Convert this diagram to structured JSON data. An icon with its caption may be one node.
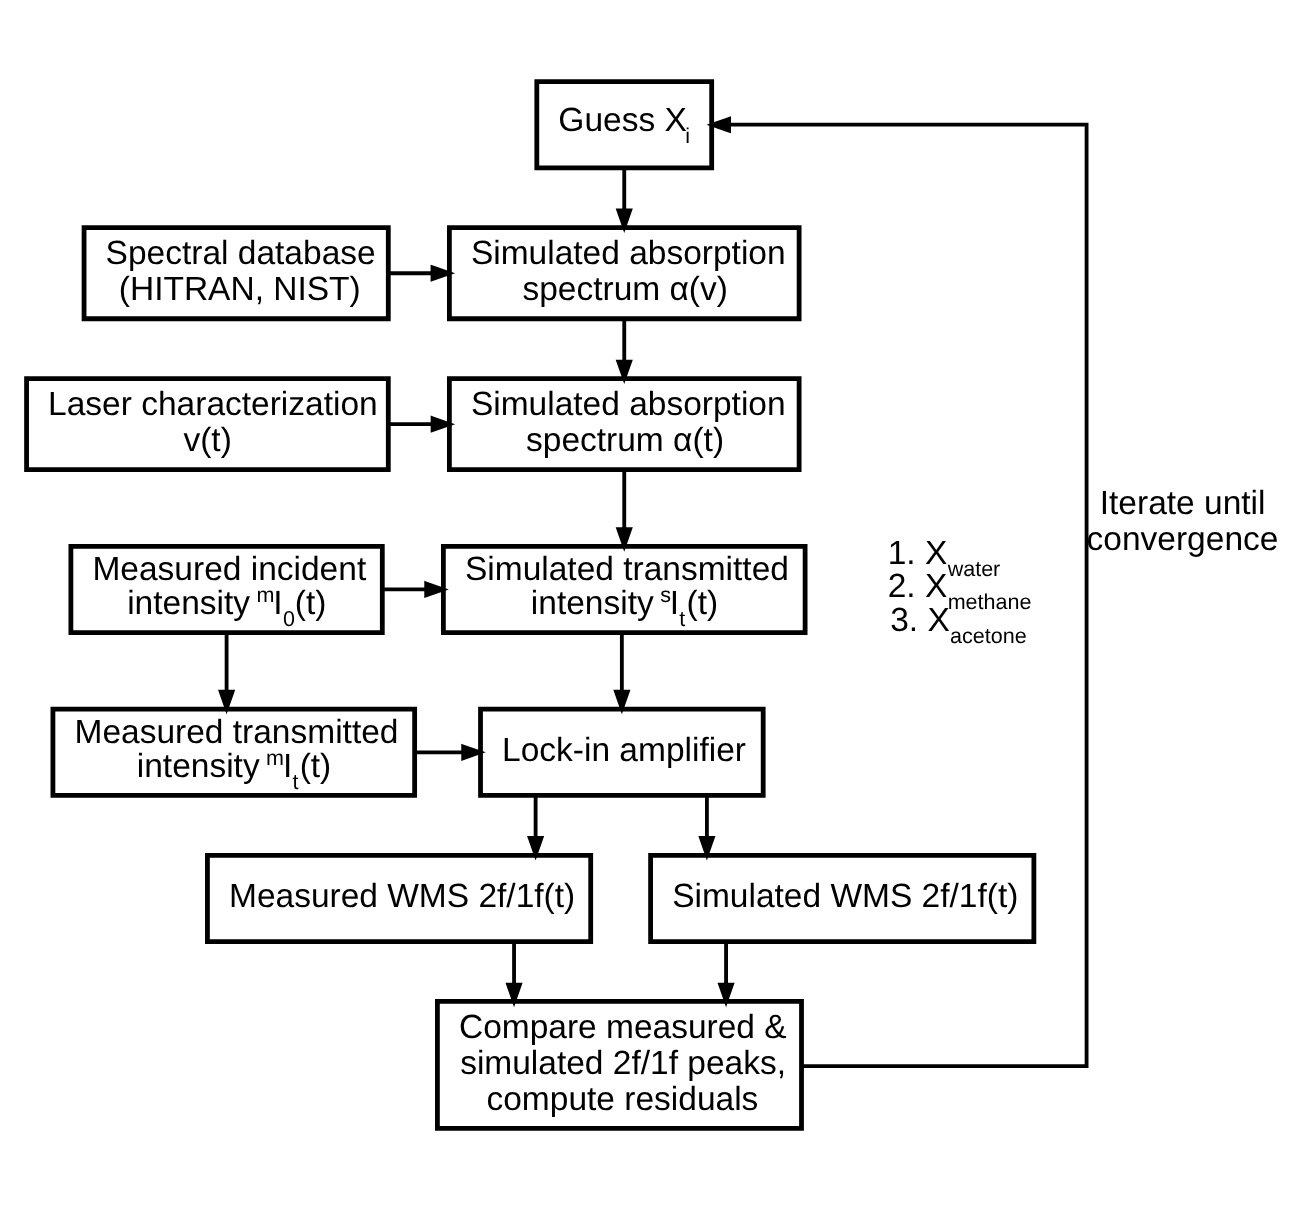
{
  "diagram": {
    "nodes": [
      {
        "text": [
          "Guess X$_{i}$"
        ]
      },
      {
        "text": [
          "Spectral database (HITRAN, NIST)"
        ]
      },
      {
        "text": [
          "Simulated absorption spectrum α(v)"
        ]
      },
      {
        "text": [
          "Laser characterization v(t)"
        ]
      },
      {
        "text": [
          "Simulated absorption spectrum α(t)"
        ]
      },
      {
        "text": [
          "Measured incident intensity $^{m}$I$_{0}$(t)"
        ]
      },
      {
        "text": [
          "Simulated transmitted intensity $^{s}$I$_{t}$(t)"
        ]
      },
      {
        "text": [
          "Measured transmitted intensity $^{m}$I$_{t}$(t)"
        ]
      },
      {
        "text": [
          "Lock-in amplifier"
        ]
      },
      {
        "text": [
          "Measured WMS 2f/1f(t)"
        ]
      },
      {
        "text": [
          "Simulated WMS 2f/1f(t)"
        ]
      },
      {
        "text": [
          "Compare measured & simulated 2f/1f peaks, compute residuals"
        ]
      }
    ],
    "edges": [
      {
        "from": 0,
        "to": 2,
        "arrow": "to"
      },
      {
        "from": 1,
        "to": 2,
        "arrow": "to"
      },
      {
        "from": 2,
        "to": 4,
        "arrow": "to"
      },
      {
        "from": 3,
        "to": 4,
        "arrow": "to"
      },
      {
        "from": 4,
        "to": 6,
        "arrow": "to"
      },
      {
        "from": 5,
        "to": 6,
        "arrow": "to"
      },
      {
        "from": 5,
        "to": 7,
        "arrow": "to"
      },
      {
        "from": 6,
        "to": 8,
        "arrow": "to"
      },
      {
        "from": 7,
        "to": 8,
        "arrow": "to"
      },
      {
        "from": 8,
        "to": 9,
        "arrow": "to"
      },
      {
        "from": 8,
        "to": 10,
        "arrow": "to"
      },
      {
        "from": 9,
        "to": 11,
        "arrow": "to"
      },
      {
        "from": 10,
        "to": 11,
        "arrow": "to"
      },
      {
        "from": 11,
        "to": 0,
        "arrow": "to",
        "label": "Iterate until convergence"
      }
    ],
    "labels": [
      "1. X$_{water}$",
      "2. X$_{methane}$",
      "3. X$_{acetone}$"
    ]
  }
}
